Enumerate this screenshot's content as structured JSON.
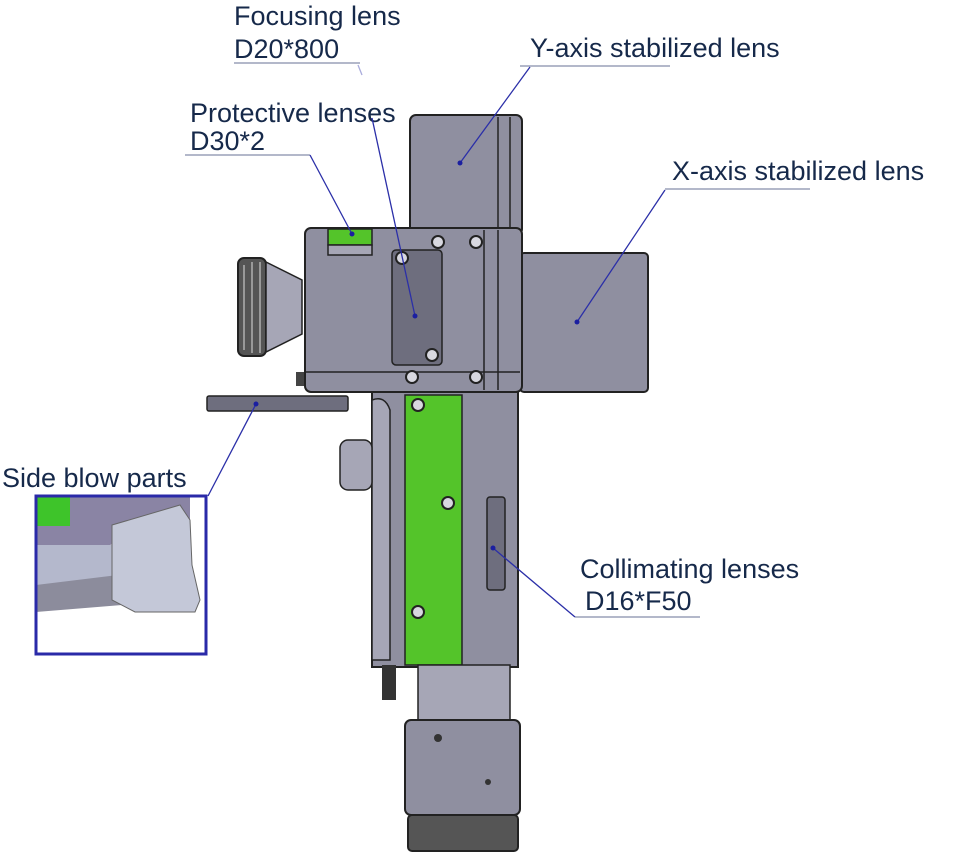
{
  "labels": {
    "focusing_lens": {
      "title": "Focusing lens",
      "spec": "D20*800"
    },
    "y_axis_lens": {
      "title": "Y-axis stabilized lens"
    },
    "protective_lenses": {
      "title": "Protective lenses",
      "spec": "D30*2"
    },
    "x_axis_lens": {
      "title": "X-axis stabilized lens"
    },
    "side_blow": {
      "title": "Side blow parts"
    },
    "collimating_lenses": {
      "title": "Collimating lenses",
      "spec": "D16*F50"
    }
  },
  "colors": {
    "label_text": "#16294a",
    "leader_line": "#2b2fa8",
    "inset_border": "#2a2aa8",
    "lens_green": "#54c42a",
    "housing_gray": "#8f8fa0"
  }
}
